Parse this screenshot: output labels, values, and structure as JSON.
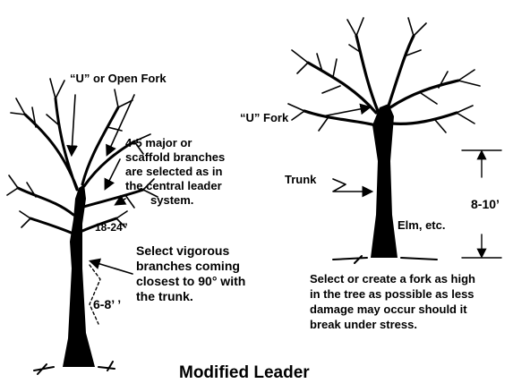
{
  "left_tree": {
    "open_fork_label": "“U” or Open Fork",
    "scaffold_text": [
      "4-5 major or",
      "scaffold branches",
      "are selected as in",
      "the central leader",
      "system."
    ],
    "spacing_label": "18-24”",
    "vigorous_text": [
      "Select vigorous",
      "branches coming",
      "closest to 90° with",
      "the trunk."
    ],
    "height_label": "6-8’ ’"
  },
  "right_tree": {
    "fork_label": "“U”  Fork",
    "trunk_label": "Trunk",
    "species_label": "Elm, etc.",
    "height_label": "8-10’",
    "fork_text": [
      "Select or create a fork as high",
      "in the tree as possible as less",
      "damage may occur should it",
      "break under stress."
    ]
  },
  "caption": "Modified Leader",
  "colors": {
    "ink": "#000000",
    "background": "#ffffff"
  }
}
